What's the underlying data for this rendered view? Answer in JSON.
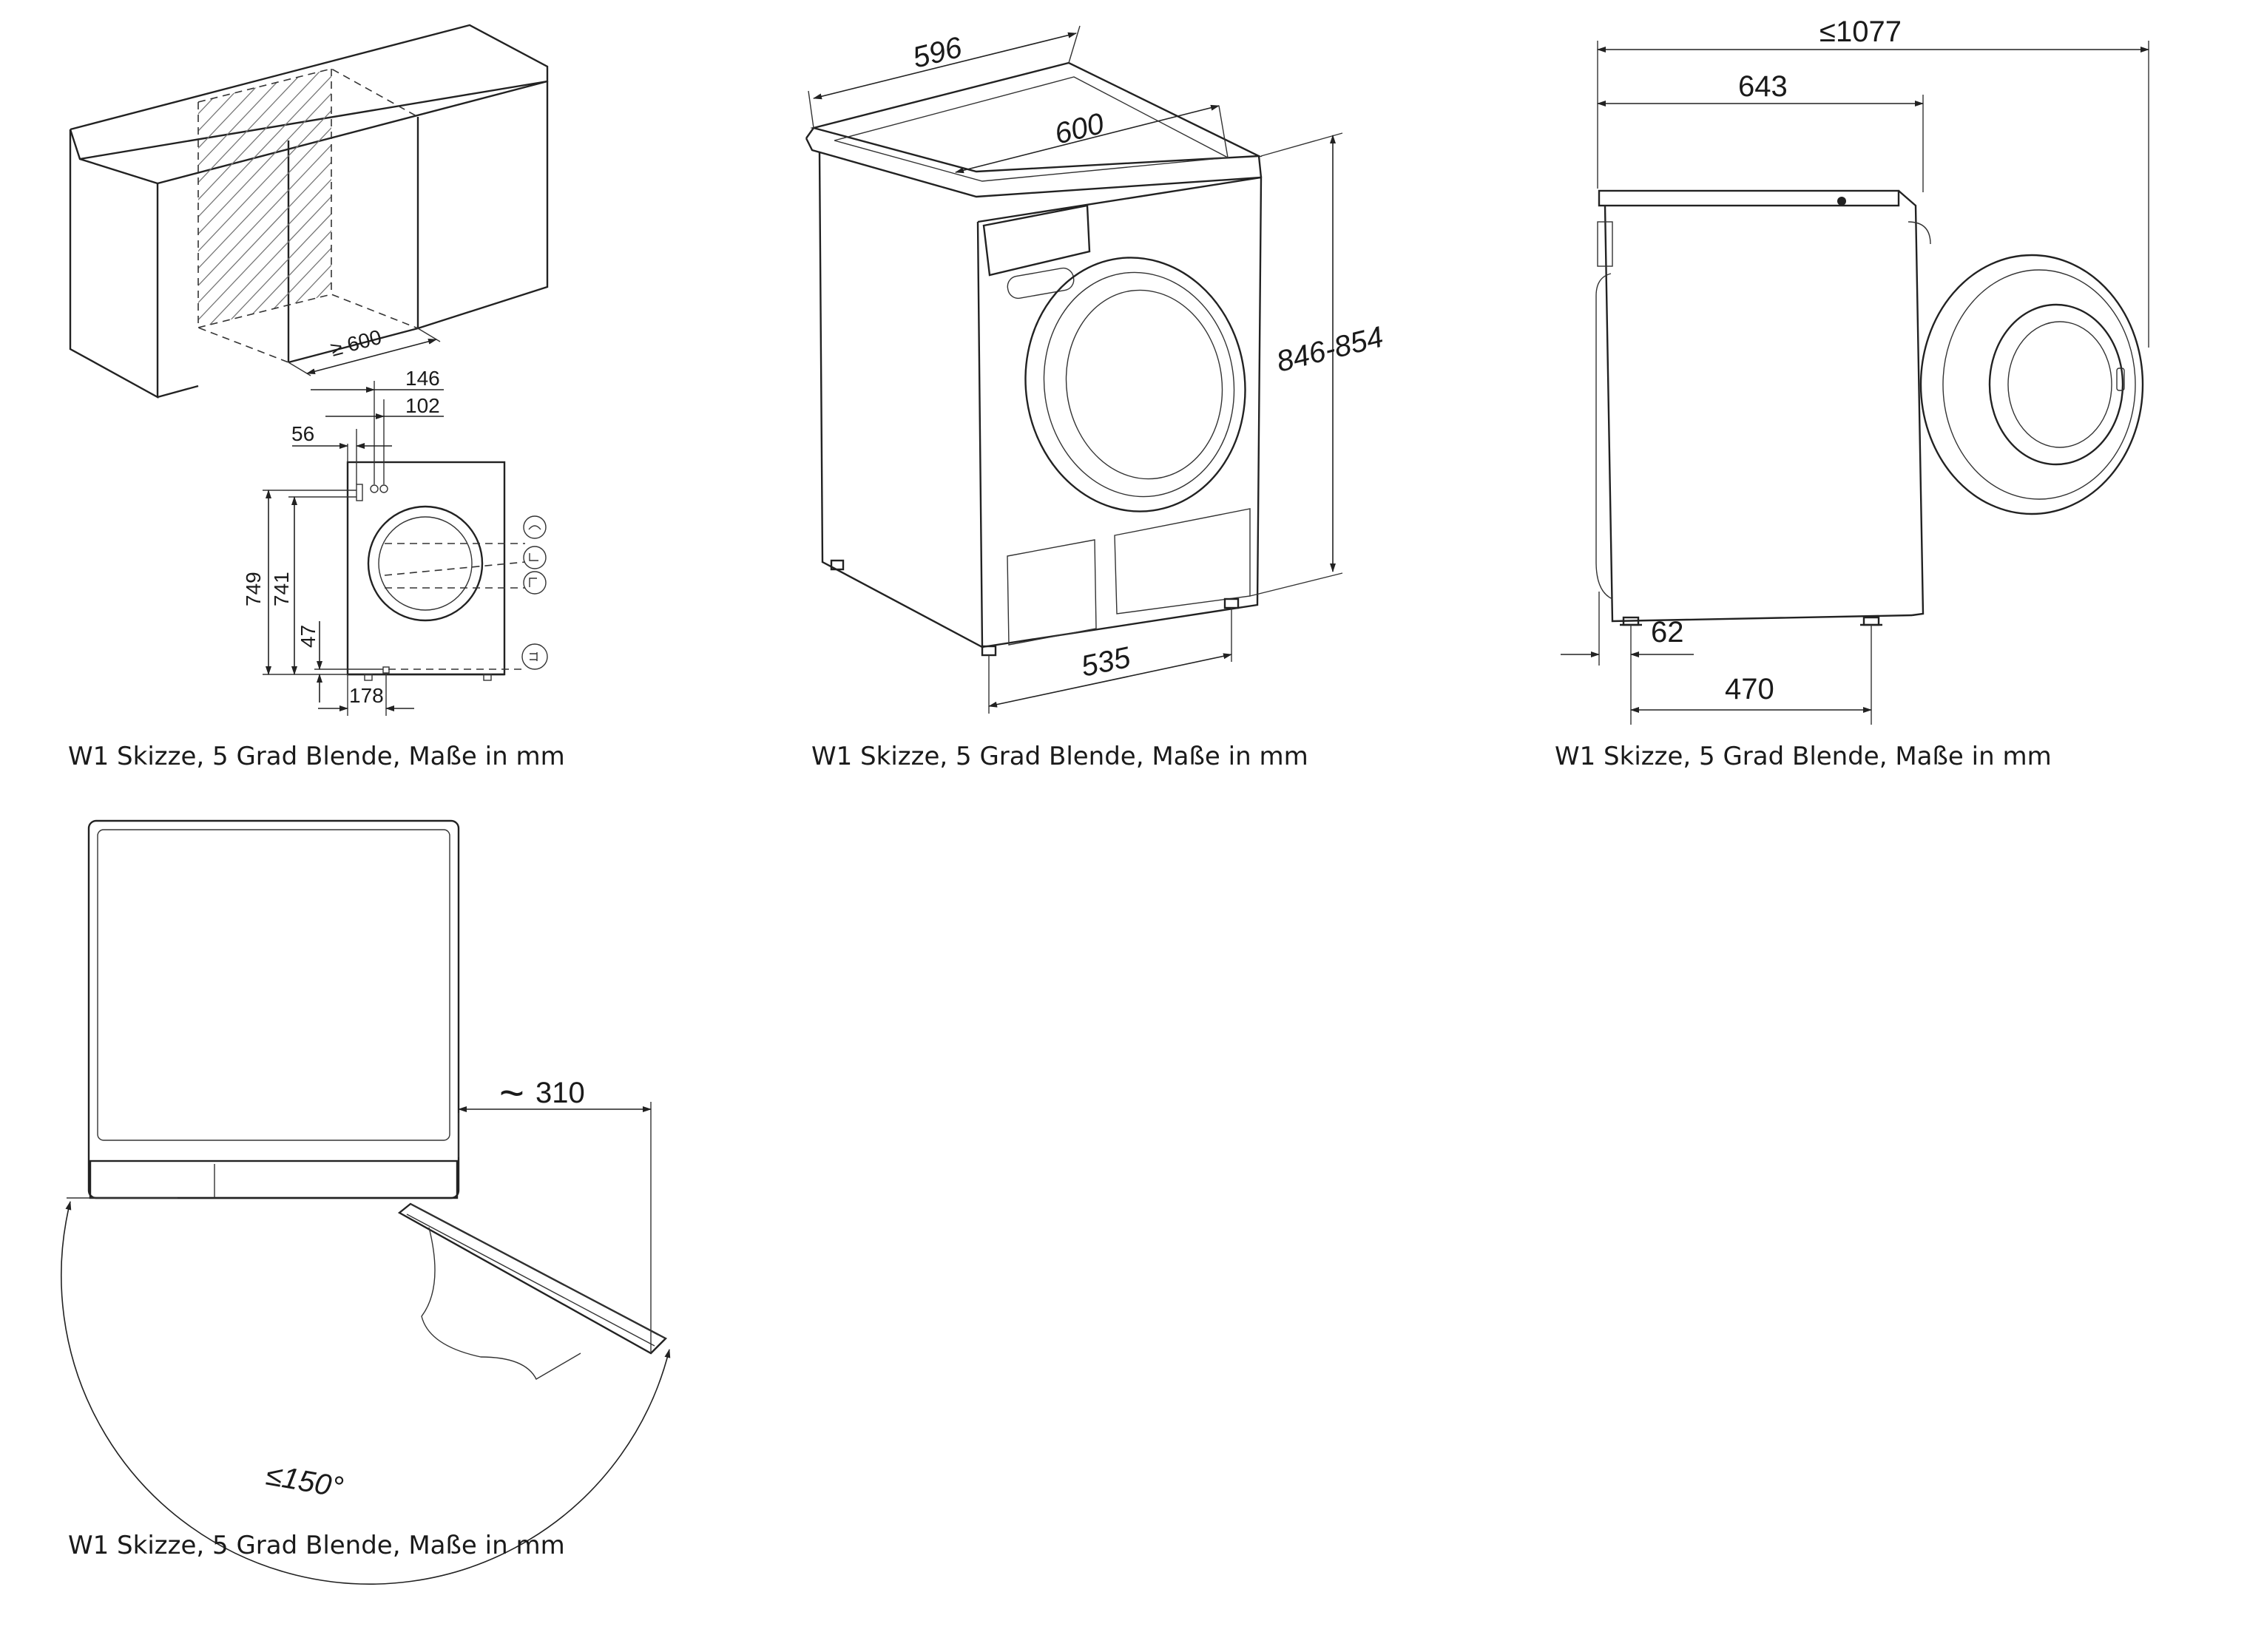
{
  "captions": {
    "panel1": "W1 Skizze, 5 Grad Blende, Maße in mm",
    "panel2": "W1 Skizze, 5 Grad Blende, Maße in mm",
    "panel3": "W1 Skizze, 5 Grad Blende, Maße in mm",
    "panel4": "W1 Skizze, 5 Grad Blende, Maße in mm"
  },
  "panel1": {
    "niche_depth": "≥ 600",
    "dim_146": "146",
    "dim_102": "102",
    "dim_56": "56",
    "dim_749": "749",
    "dim_741": "741",
    "dim_47": "47",
    "dim_178": "178"
  },
  "panel2": {
    "width": "596",
    "depth": "600",
    "height": "846-854",
    "feet_spacing": "535"
  },
  "panel3": {
    "depth_open": "≤1077",
    "depth": "643",
    "foot_offset": "62",
    "feet_depth": "470"
  },
  "panel4": {
    "door_projection": "310",
    "door_angle": "≤150°",
    "tilde_symbol": "~"
  }
}
